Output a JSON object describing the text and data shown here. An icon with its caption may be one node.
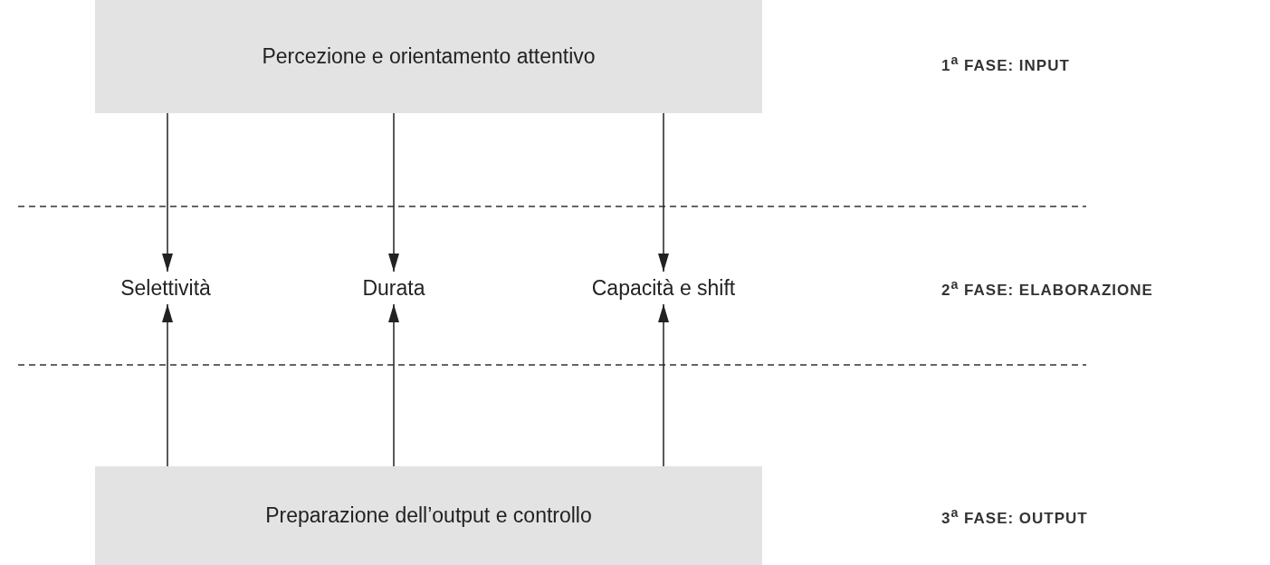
{
  "diagram": {
    "nodes": [
      {
        "text": [
          "Percezione e orientamento attentivo"
        ]
      },
      {
        "text": [
          "Selettività"
        ]
      },
      {
        "text": [
          "Durata"
        ]
      },
      {
        "text": [
          "Capacità e shift"
        ]
      },
      {
        "text": [
          "Preparazione dell’output e controllo"
        ]
      }
    ],
    "edges": [
      {
        "from": 0,
        "to": 1,
        "arrow": "to"
      },
      {
        "from": 0,
        "to": 2,
        "arrow": "to"
      },
      {
        "from": 0,
        "to": 3,
        "arrow": "to"
      },
      {
        "from": 4,
        "to": 1,
        "arrow": "to"
      },
      {
        "from": 4,
        "to": 2,
        "arrow": "to"
      },
      {
        "from": 4,
        "to": 3,
        "arrow": "to"
      }
    ],
    "labels": [
      "1$^{a}$ FASE: INPUT",
      "2$^{a}$ FASE: ELABORAZIONE",
      "3$^{a}$ FASE: OUTPUT"
    ]
  }
}
